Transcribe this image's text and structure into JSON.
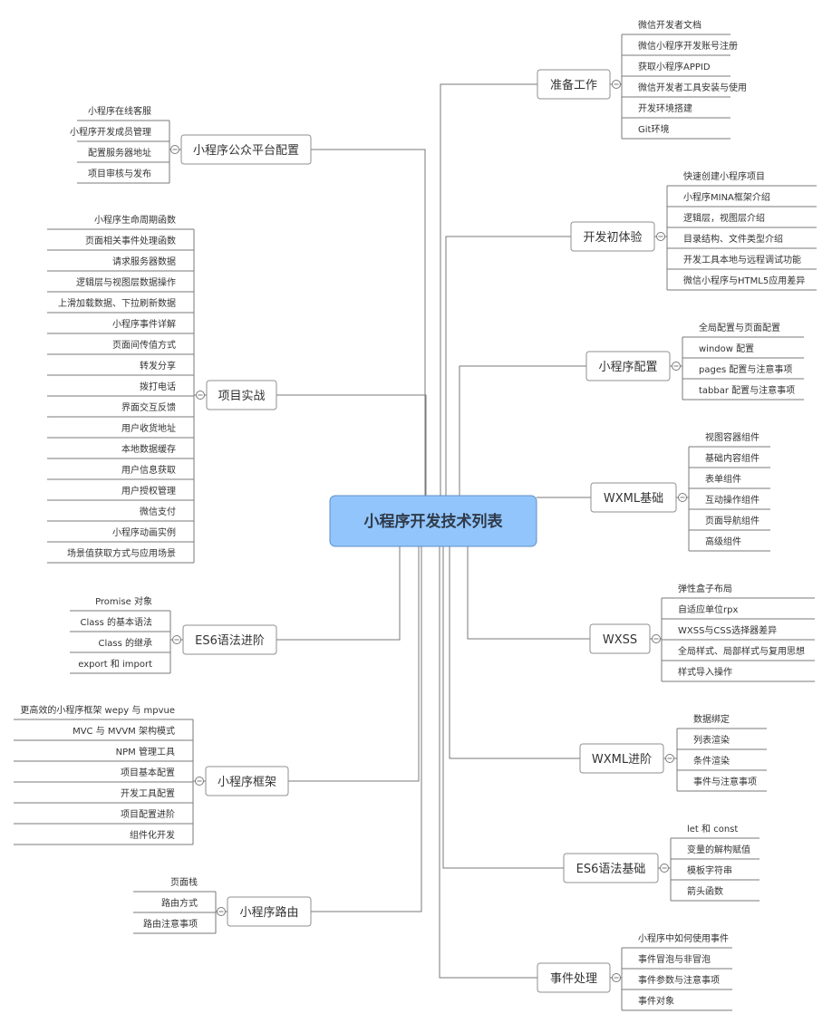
{
  "root": {
    "label": "小程序开发技术列表"
  },
  "branches": [
    {
      "id": "prep",
      "label": "准备工作",
      "side": "right",
      "items": [
        "微信开发者文档",
        "微信小程序开发账号注册",
        "获取小程序APPID",
        "微信开发者工具安装与使用",
        "开发环境搭建",
        "Git环境"
      ]
    },
    {
      "id": "intro",
      "label": "开发初体验",
      "side": "right",
      "items": [
        "快速创建小程序项目",
        "小程序MINA框架介绍",
        "逻辑层，视图层介绍",
        "目录结构、文件类型介绍",
        "开发工具本地与远程调试功能",
        "微信小程序与HTML5应用差异"
      ]
    },
    {
      "id": "config",
      "label": "小程序配置",
      "side": "right",
      "items": [
        "全局配置与页面配置",
        "window 配置",
        "pages 配置与注意事项",
        "tabbar 配置与注意事项"
      ]
    },
    {
      "id": "wxml",
      "label": "WXML基础",
      "side": "right",
      "items": [
        "视图容器组件",
        "基础内容组件",
        "表单组件",
        "互动操作组件",
        "页面导航组件",
        "高级组件"
      ]
    },
    {
      "id": "wxss",
      "label": "WXSS",
      "side": "right",
      "items": [
        "弹性盒子布局",
        "自适应单位rpx",
        "WXSS与CSS选择器差异",
        "全局样式、局部样式与复用思想",
        "样式导入操作"
      ]
    },
    {
      "id": "wxmladv",
      "label": "WXML进阶",
      "side": "right",
      "items": [
        "数据绑定",
        "列表渲染",
        "条件渲染",
        "事件与注意事项"
      ]
    },
    {
      "id": "es6basic",
      "label": "ES6语法基础",
      "side": "right",
      "items": [
        "let 和 const",
        "变量的解构赋值",
        "模板字符串",
        "箭头函数"
      ]
    },
    {
      "id": "events",
      "label": "事件处理",
      "side": "right",
      "items": [
        "小程序中如何使用事件",
        "事件冒泡与非冒泡",
        "事件参数与注意事项",
        "事件对象"
      ]
    },
    {
      "id": "platform",
      "label": "小程序公众平台配置",
      "side": "left",
      "items": [
        "小程序在线客服",
        "小程序开发成员管理",
        "配置服务器地址",
        "项目审核与发布"
      ]
    },
    {
      "id": "project",
      "label": "项目实战",
      "side": "left",
      "items": [
        "小程序生命周期函数",
        "页面相关事件处理函数",
        "请求服务器数据",
        "逻辑层与视图层数据操作",
        "上滑加载数据、下拉刷新数据",
        "小程序事件详解",
        "页面间传值方式",
        "转发分享",
        "拨打电话",
        "界面交互反馈",
        "用户收货地址",
        "本地数据缓存",
        "用户信息获取",
        "用户授权管理",
        "微信支付",
        "小程序动画实例",
        "场景值获取方式与应用场景"
      ]
    },
    {
      "id": "es6adv",
      "label": "ES6语法进阶",
      "side": "left",
      "items": [
        "Promise 对象",
        "Class 的基本语法",
        "Class 的继承",
        "export 和 import"
      ]
    },
    {
      "id": "framework",
      "label": "小程序框架",
      "side": "left",
      "items": [
        "更高效的小程序框架 wepy 与 mpvue",
        "MVC 与 MVVM 架构模式",
        "NPM 管理工具",
        "项目基本配置",
        "开发工具配置",
        "项目配置进阶",
        "组件化开发"
      ]
    },
    {
      "id": "routing",
      "label": "小程序路由",
      "side": "left",
      "items": [
        "页面栈",
        "路由方式",
        "路由注意事项"
      ]
    }
  ],
  "colors": {
    "root_fill": "#92c5fb",
    "root_stroke": "#5e90c9",
    "line": "#7a7a7a",
    "text": "#333333"
  },
  "icons": {
    "toggle": "collapse-minus-icon"
  }
}
